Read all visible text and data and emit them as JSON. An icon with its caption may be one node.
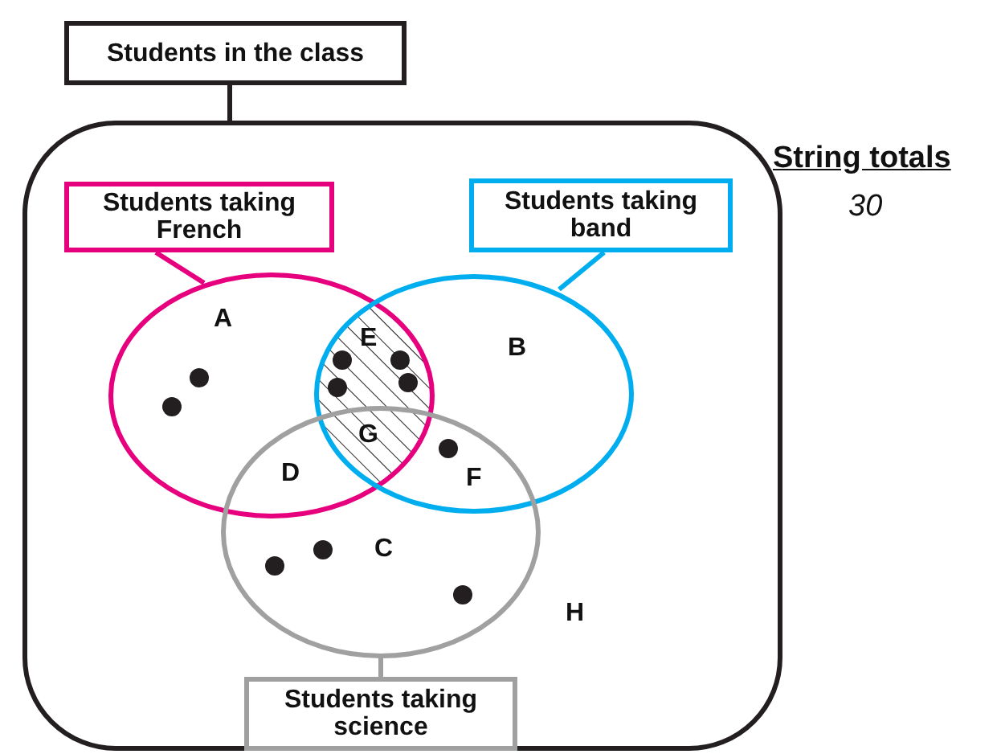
{
  "diagram": {
    "nodes": [
      {
        "text": [
          "Students in the class"
        ]
      },
      {
        "text": [],
        "shape": "box"
      },
      {
        "text": [
          "Students taking French"
        ],
        "in": 1
      },
      {
        "text": [],
        "shape": "ellipse",
        "in": 1
      },
      {
        "text": [
          "Students taking band"
        ],
        "in": 1
      },
      {
        "text": [],
        "shape": "ellipse",
        "in": 1
      },
      {
        "text": [
          "Students taking science"
        ],
        "in": 1
      },
      {
        "text": [],
        "shape": "ellipse",
        "in": 1
      }
    ],
    "edges": [
      {
        "from": 0,
        "to": 1,
        "arrow": "none",
        "color": "#231f20"
      },
      {
        "from": 2,
        "to": 3,
        "arrow": "none",
        "color": "#e6007e"
      },
      {
        "from": 4,
        "to": 5,
        "arrow": "none",
        "color": "#00aeef"
      },
      {
        "from": 6,
        "to": 7,
        "arrow": "none",
        "color": "#a0a0a0"
      }
    ],
    "labels": [
      "String totals",
      "30",
      "A",
      "E",
      "B",
      "G",
      "D",
      "F",
      "C",
      "H"
    ]
  }
}
